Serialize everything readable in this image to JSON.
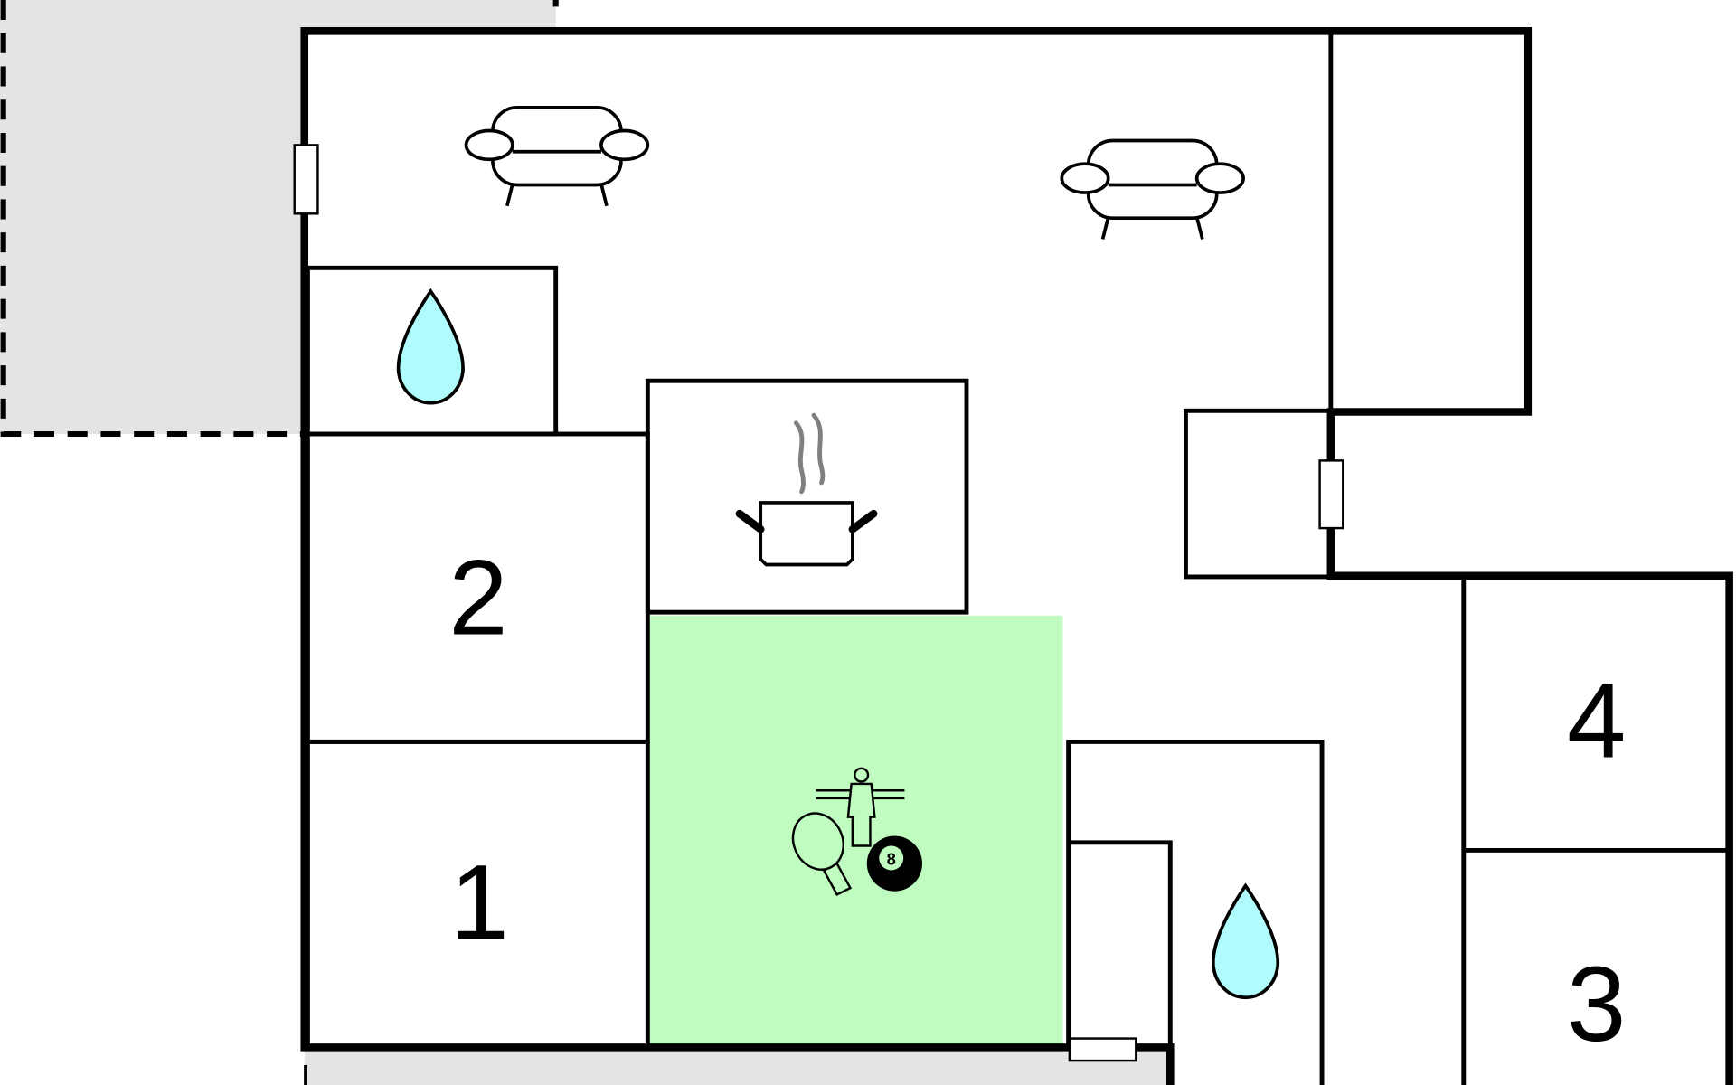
{
  "floorplan": {
    "rooms": [
      {
        "label": "1",
        "type": "bedroom"
      },
      {
        "label": "2",
        "type": "bedroom"
      },
      {
        "label": "3",
        "type": "bedroom"
      },
      {
        "label": "4",
        "type": "bedroom"
      }
    ],
    "icons": [
      "sofa-icon",
      "sofa-icon",
      "water-drop-icon",
      "water-drop-icon",
      "cooking-pot-icon",
      "foosball-icon",
      "ping-pong-paddle-icon",
      "eight-ball-icon"
    ],
    "eight_ball_label": "8"
  },
  "colors": {
    "wall": "#000000",
    "outdoor": "#e4e4e4",
    "activity_room": "#c0fcc0",
    "water": "#b0fcfc",
    "steam": "#808080"
  }
}
